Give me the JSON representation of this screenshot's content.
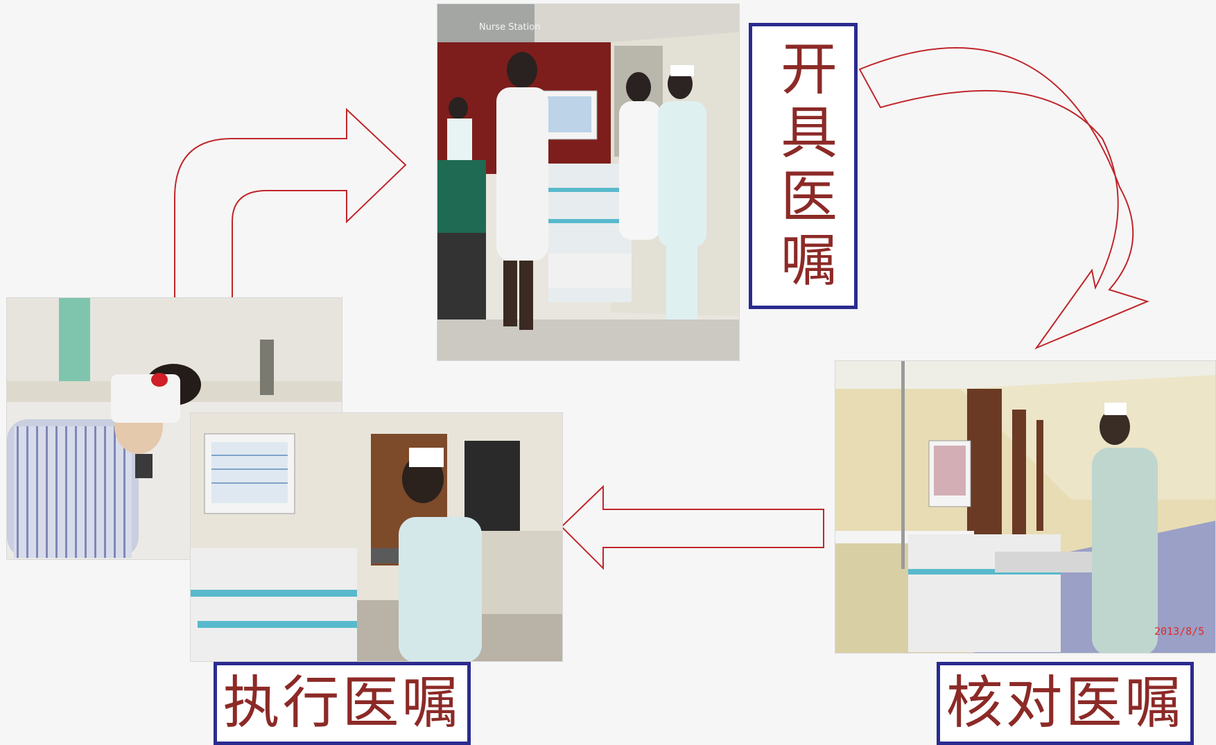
{
  "labels": {
    "issue": "开具医嘱",
    "verify": "核对医嘱",
    "execute": "执行医嘱"
  },
  "photos": {
    "nurse_station_sign": "Nurse Station",
    "date_stamp": "2013/8/5"
  },
  "colors": {
    "label_text": "#8c2a27",
    "label_border": "#2b2b8f",
    "arrow_stroke": "#c0262a",
    "background": "#f6f6f6"
  }
}
